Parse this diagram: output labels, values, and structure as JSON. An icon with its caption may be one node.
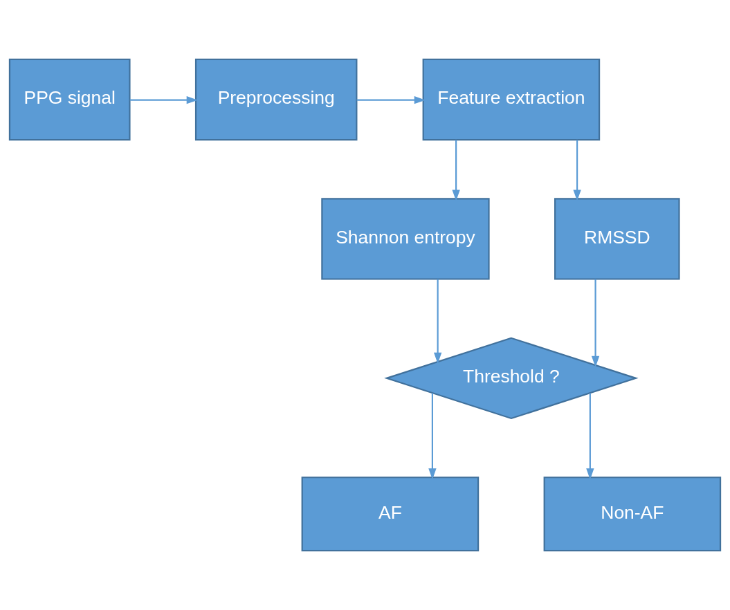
{
  "diagram": {
    "nodes": [
      {
        "text": [
          "PPG signal"
        ]
      },
      {
        "text": [
          "Preprocessing"
        ]
      },
      {
        "text": [
          "Feature extraction"
        ]
      },
      {
        "text": [
          "Shannon entropy"
        ]
      },
      {
        "text": [
          "RMSSD"
        ]
      },
      {
        "text": [
          "Threshold ?"
        ]
      },
      {
        "text": [
          "AF"
        ]
      },
      {
        "text": [
          "Non-AF"
        ]
      }
    ],
    "edges": [
      {
        "from": 0,
        "to": 1,
        "arrow": "to"
      },
      {
        "from": 1,
        "to": 2,
        "arrow": "to"
      },
      {
        "from": 2,
        "to": 3,
        "arrow": "to"
      },
      {
        "from": 2,
        "to": 4,
        "arrow": "to"
      },
      {
        "from": 3,
        "to": 5,
        "arrow": "to"
      },
      {
        "from": 4,
        "to": 5,
        "arrow": "to"
      },
      {
        "from": 5,
        "to": 6,
        "arrow": "to"
      },
      {
        "from": 5,
        "to": 7,
        "arrow": "to"
      }
    ]
  }
}
